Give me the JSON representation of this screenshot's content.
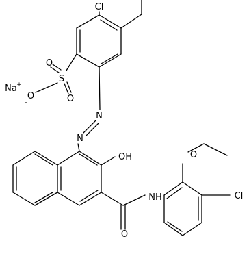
{
  "molecule": {
    "atom_labels": {
      "cl_top": "Cl",
      "na": "Na",
      "na_charge": "+",
      "s": "S",
      "o_upper": "O",
      "o_lower": "O",
      "o_minus": "O",
      "o_minus_charge": "-",
      "n1": "N",
      "n2": "N",
      "oh": "OH",
      "o_ether": "O",
      "cl_right": "Cl",
      "nh": "NH",
      "o_amide": "O"
    }
  }
}
